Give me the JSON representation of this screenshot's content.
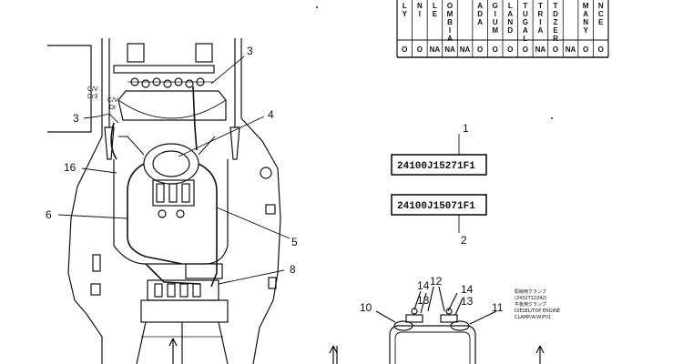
{
  "callouts": {
    "c3a": "3",
    "c3b": "3",
    "c4": "4",
    "c16": "16",
    "c6": "6",
    "c5": "5",
    "c8": "8",
    "c1": "1",
    "c2": "2",
    "c14a": "14",
    "c13a": "13",
    "c12": "12",
    "c14b": "14",
    "c13b": "13",
    "c10": "10",
    "c11": "11"
  },
  "valve_labels": {
    "cv_dr3_line1": "C/V",
    "cv_dr3_line2": "Dr3",
    "cv_dr_line1": "C/V",
    "cv_dr_line2": "Dr"
  },
  "part_numbers": {
    "label_1": "24100J15271F1",
    "label_2": "24100J15071F1"
  },
  "table": {
    "headers": [
      "LY",
      "NI",
      "LE",
      "OMBIA",
      "",
      "ADA",
      "GIUM",
      "LAND",
      "TUGAL",
      "TRIA",
      "TDZER",
      "",
      "MANY",
      "NCE"
    ],
    "values": [
      "O",
      "O",
      "NA",
      "NA",
      "NA",
      "O",
      "O",
      "O",
      "O",
      "NA",
      "O",
      "NA",
      "O",
      "O"
    ]
  },
  "notes": {
    "line1": "配線用クランプ",
    "line2": "(2432T12242)",
    "line3": "平板用クランプ",
    "line4": "DIESEL/TOP ENGINE",
    "line5": "CLAMP/A(W)F01"
  }
}
